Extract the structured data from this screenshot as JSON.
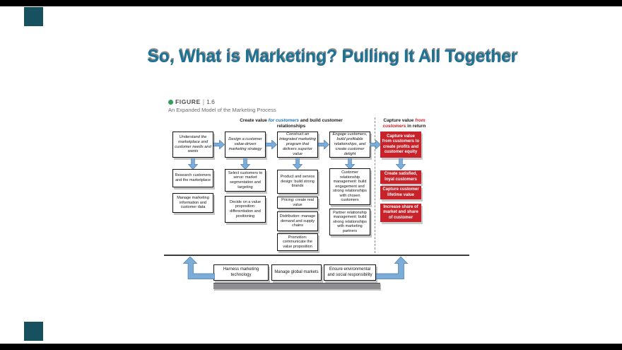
{
  "title": {
    "text": "So, What is Marketing? Pulling It All Together"
  },
  "figure": {
    "label": {
      "word": "FIGURE",
      "divider": "|",
      "number": "1.6",
      "subtitle": "An Expanded Model of the Marketing Process"
    },
    "headers": {
      "left": {
        "pre": "Create value ",
        "em": "for customers",
        "post": " and build customer relationships"
      },
      "right": {
        "pre": "Capture value ",
        "em": "from customers",
        "post": " in return"
      }
    }
  },
  "diagram": {
    "col1": {
      "top": "Understand the marketplace and customer needs and wants",
      "sub1": "Research customers and the marketplace",
      "sub2": "Manage marketing information and customer data"
    },
    "col2": {
      "top": "Design a customer value-driven marketing strategy",
      "sub1": "Select customers to serve: market segmentation and targeting",
      "sub2": "Decide on a value proposition: differentiation and positioning"
    },
    "col3": {
      "top": "Construct an integrated marketing program that delivers superior value",
      "sub1": "Product and service design: build strong brands",
      "sub2": "Pricing: create real value",
      "sub3": "Distribution: manage demand and supply chains",
      "sub4": "Promotion: communicate the value proposition"
    },
    "col4": {
      "top": "Engage customers, build profitable relationships, and create customer delight",
      "sub1": "Customer relationship management: build engagement and strong relationships with chosen customers",
      "sub2": "Partner relationship management: build strong relationships with marketing partners"
    },
    "col5": {
      "top": "Capture value from customers to create profits and customer equity",
      "sub1": "Create satisfied, loyal customers",
      "sub2": "Capture customer lifetime value",
      "sub3": "Increase share of market and share of customer"
    },
    "bottom": {
      "box1": "Harness marketing technology",
      "box2": "Manage global markets",
      "box3": "Ensure environmental and social responsibility"
    }
  },
  "colors": {
    "title_teal": "#1d7295",
    "figure_dot_green": "#2fa05a",
    "emphasis_blue": "#2272b4",
    "emphasis_red": "#cc2127",
    "box_red": "#c8232b",
    "arrow_blue": "#7badd8",
    "decor_square": "#17505f"
  }
}
